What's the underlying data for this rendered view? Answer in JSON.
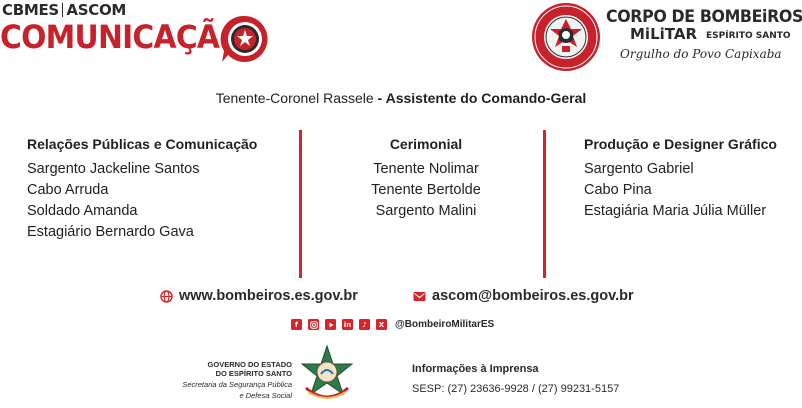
{
  "brand": {
    "top_left": "CBMES",
    "top_right": "ASCOM",
    "word_main": "COMUNIC",
    "word_accent": "AÇÃ"
  },
  "org": {
    "name_line1": "CORPO DE BOMBEiROS",
    "name_line2": "MiLiTAR",
    "state": "ESPÍRITO SANTO",
    "motto": "Orgulho do Povo Capixaba"
  },
  "header": {
    "person": "Tenente-Coronel Rassele",
    "role": " - Assistente do Comando-Geral"
  },
  "columns": [
    {
      "title": "Relações Públicas e Comunicação",
      "items": [
        "Sargento Jackeline Santos",
        "Cabo Arruda",
        "Soldado Amanda",
        "Estagiário Bernardo Gava"
      ]
    },
    {
      "title": "Cerimonial",
      "items": [
        "Tenente Nolimar",
        "Tenente Bertolde",
        "Sargento Malini"
      ]
    },
    {
      "title": "Produção e Designer Gráfico",
      "items": [
        "Sargento Gabriel",
        "Cabo Pina",
        "Estagiária Maria Júlia Müller"
      ]
    }
  ],
  "contacts": {
    "website": "www.bombeiros.es.gov.br",
    "email": "ascom@bombeiros.es.gov.br",
    "website_icon": "globe-icon",
    "email_icon": "mail-icon"
  },
  "social": {
    "icons": [
      "facebook-icon",
      "instagram-icon",
      "youtube-icon",
      "linkedin-icon",
      "tiktok-icon",
      "x-icon"
    ],
    "handle": "@BombeiroMilitarES"
  },
  "government": {
    "line1": "GOVERNO DO ESTADO",
    "line2": "DO ESPÍRITO SANTO",
    "line3": "Secretaria da Segurança Pública",
    "line4": "e Defesa Social"
  },
  "press": {
    "title": "Informações à Imprensa",
    "phones": "SESP: (27) 23636-9928 /  (27) 99231-5157"
  },
  "colors": {
    "accent_red": "#d8232a",
    "brand_red": "#c7212b",
    "text_dark": "#2a2a2a"
  }
}
